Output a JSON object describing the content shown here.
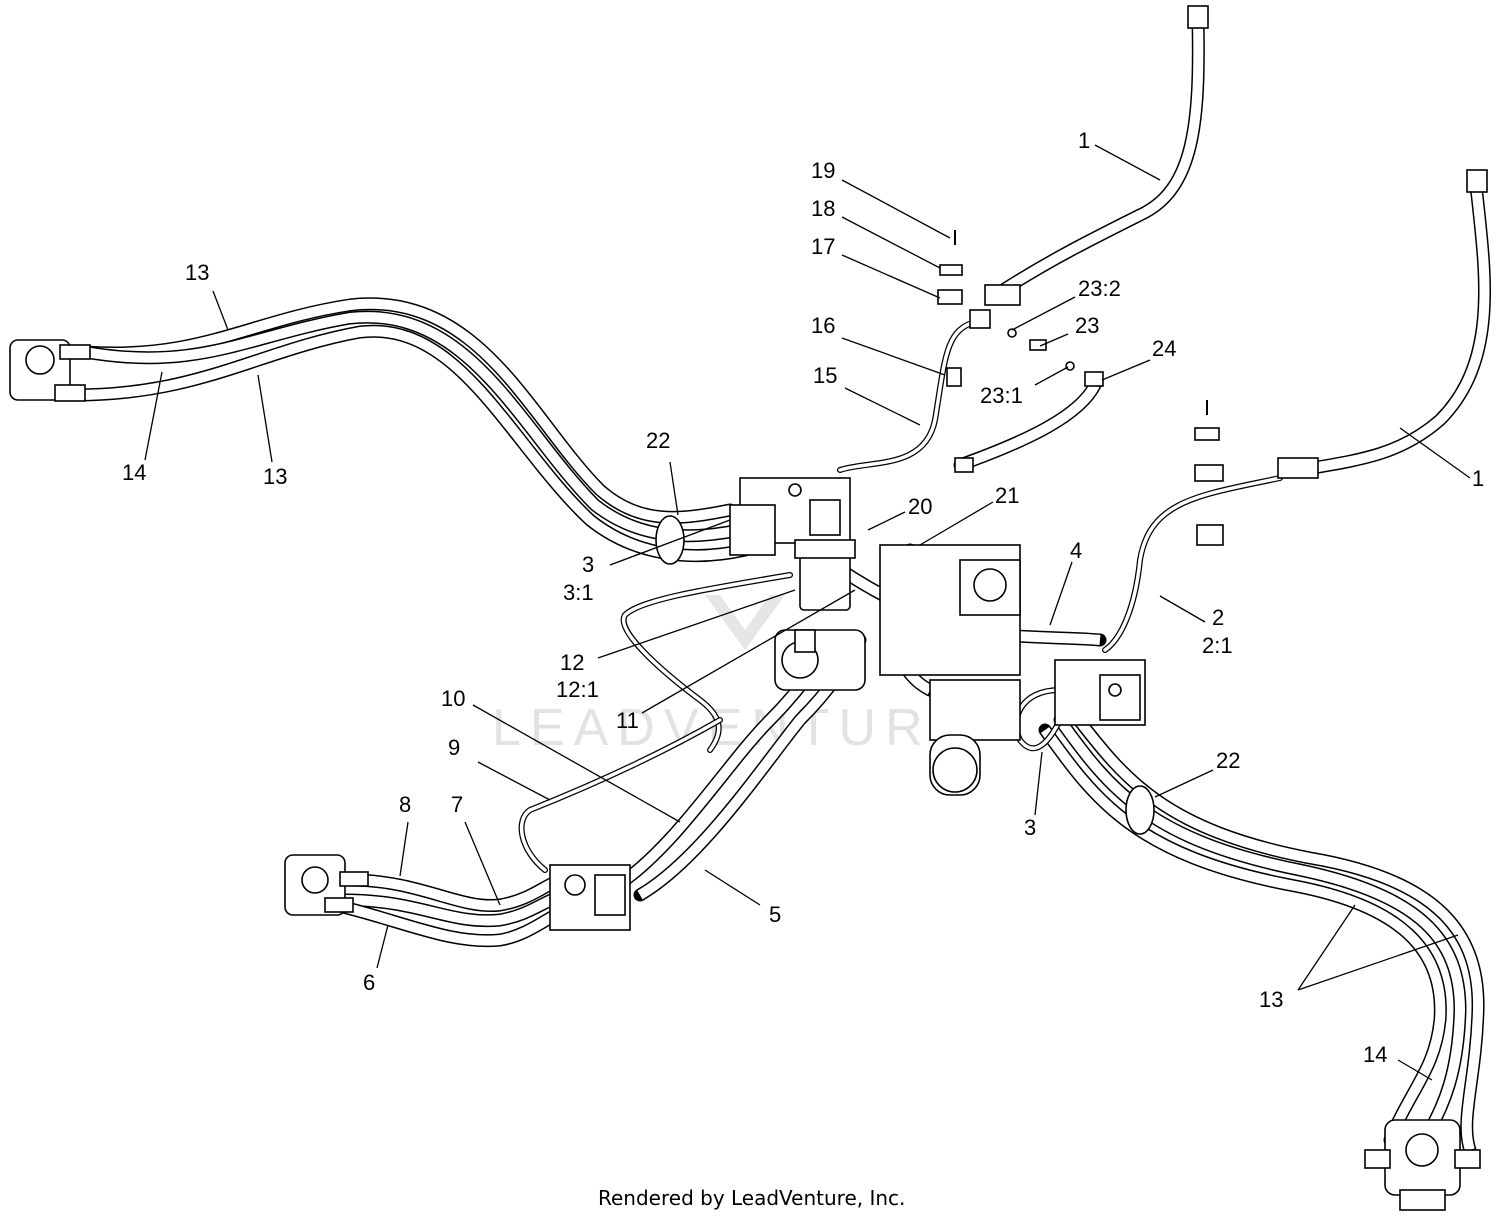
{
  "watermark": "LEADVENTURE",
  "footer": "Rendered by LeadVenture, Inc.",
  "callouts": {
    "c1a": "1",
    "c1b": "1",
    "c2": "2",
    "c2_1": "2:1",
    "c3a": "3",
    "c3_1": "3:1",
    "c3b": "3",
    "c4": "4",
    "c5": "5",
    "c6": "6",
    "c7": "7",
    "c8": "8",
    "c9": "9",
    "c10": "10",
    "c11": "11",
    "c12": "12",
    "c12_1": "12:1",
    "c13a": "13",
    "c13b": "13",
    "c13c": "13",
    "c14a": "14",
    "c14b": "14",
    "c15": "15",
    "c16": "16",
    "c17": "17",
    "c18": "18",
    "c19": "19",
    "c20": "20",
    "c21": "21",
    "c22a": "22",
    "c22b": "22",
    "c23": "23",
    "c23_1": "23:1",
    "c23_2": "23:2",
    "c24": "24"
  }
}
